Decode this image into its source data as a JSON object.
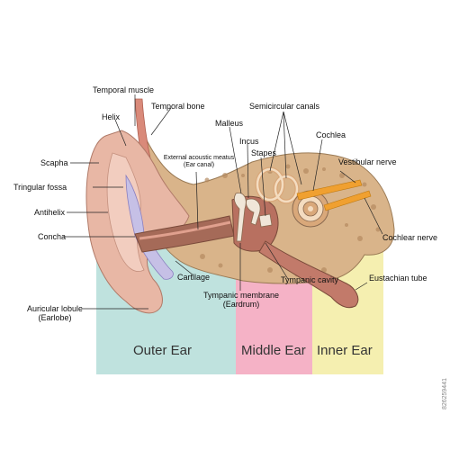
{
  "colors": {
    "outer_ear_band": "#bfe2de",
    "middle_ear_band": "#f5b2c6",
    "inner_ear_band": "#f5efb0",
    "bone": "#d9b48a",
    "skin": "#e8b7a5",
    "canal": "#a56a58",
    "cartilage": "#c6c0e6",
    "nerve": "#f0a030"
  },
  "labels": {
    "temporal_muscle": "Temporal muscle",
    "temporal_bone": "Temporal bone",
    "helix": "Helix",
    "malleus": "Malleus",
    "semicircular_canals": "Semicircular canals",
    "incus": "Incus",
    "cochlea": "Cochlea",
    "scapha": "Scapha",
    "external_meatus": "External acoustic meatus",
    "ear_canal": "(Ear canal)",
    "stapes": "Stapes",
    "vestibular_nerve": "Vestibular nerve",
    "triangular_fossa": "Tringular fossa",
    "antihelix": "Antihelix",
    "concha": "Concha",
    "cochlear_nerve": "Cochlear nerve",
    "cartilage": "Cartilage",
    "tympanic_cavity": "Tympanic cavity",
    "eustachian_tube": "Eustachian tube",
    "tympanic_membrane": "Tympanic membrane",
    "eardrum": "(Eardrum)",
    "auricular_lobule": "Auricular lobule",
    "earlobe": "(Earlobe)"
  },
  "regions": {
    "outer": "Outer Ear",
    "middle": "Middle Ear",
    "inner": "Inner Ear"
  },
  "stock": {
    "side_id": "826259441"
  }
}
